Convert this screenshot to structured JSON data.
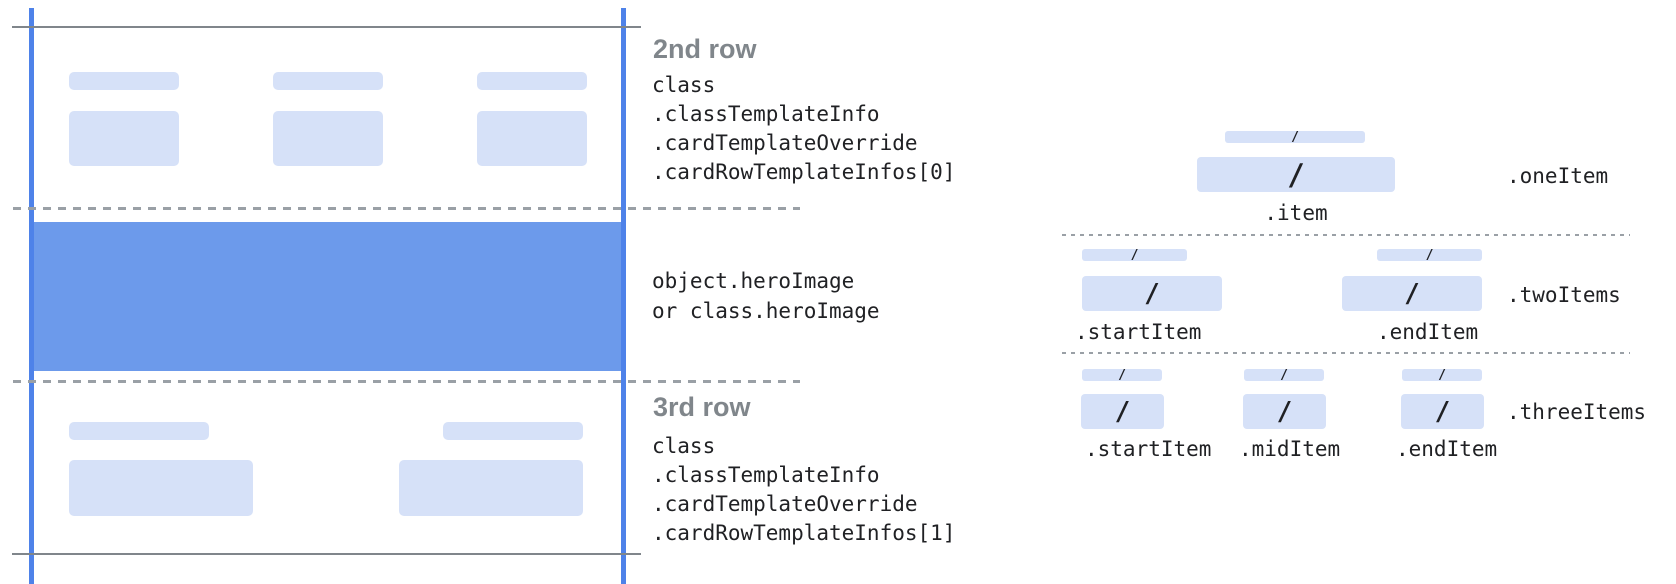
{
  "card": {
    "row2": {
      "heading": "2nd row",
      "code": [
        "class",
        ".classTemplateInfo",
        ".cardTemplateOverride",
        ".cardRowTemplateInfos[0]"
      ]
    },
    "hero": {
      "code": [
        "object.heroImage",
        "or class.heroImage"
      ]
    },
    "row3": {
      "heading": "3rd row",
      "code": [
        "class",
        ".classTemplateInfo",
        ".cardTemplateOverride",
        ".cardRowTemplateInfos[1]"
      ]
    }
  },
  "row_templates": {
    "one_item": {
      "row_label": ".oneItem",
      "item_label": ".item"
    },
    "two_items": {
      "row_label": ".twoItems",
      "start_label": ".startItem",
      "end_label": ".endItem"
    },
    "three_items": {
      "row_label": ".threeItems",
      "start_label": ".startItem",
      "mid_label": ".midItem",
      "end_label": ".endItem"
    }
  },
  "glyphs": {
    "slash": "/"
  },
  "colors": {
    "edge_line_blue": "#4e82e9",
    "hero_blue": "#6c9aeb",
    "placeholder_blue": "#d6e1f8",
    "frame_gray": "#80868b",
    "dash_gray": "#9aa0a6",
    "heading_gray": "#80868b",
    "code_text": "#202124"
  }
}
